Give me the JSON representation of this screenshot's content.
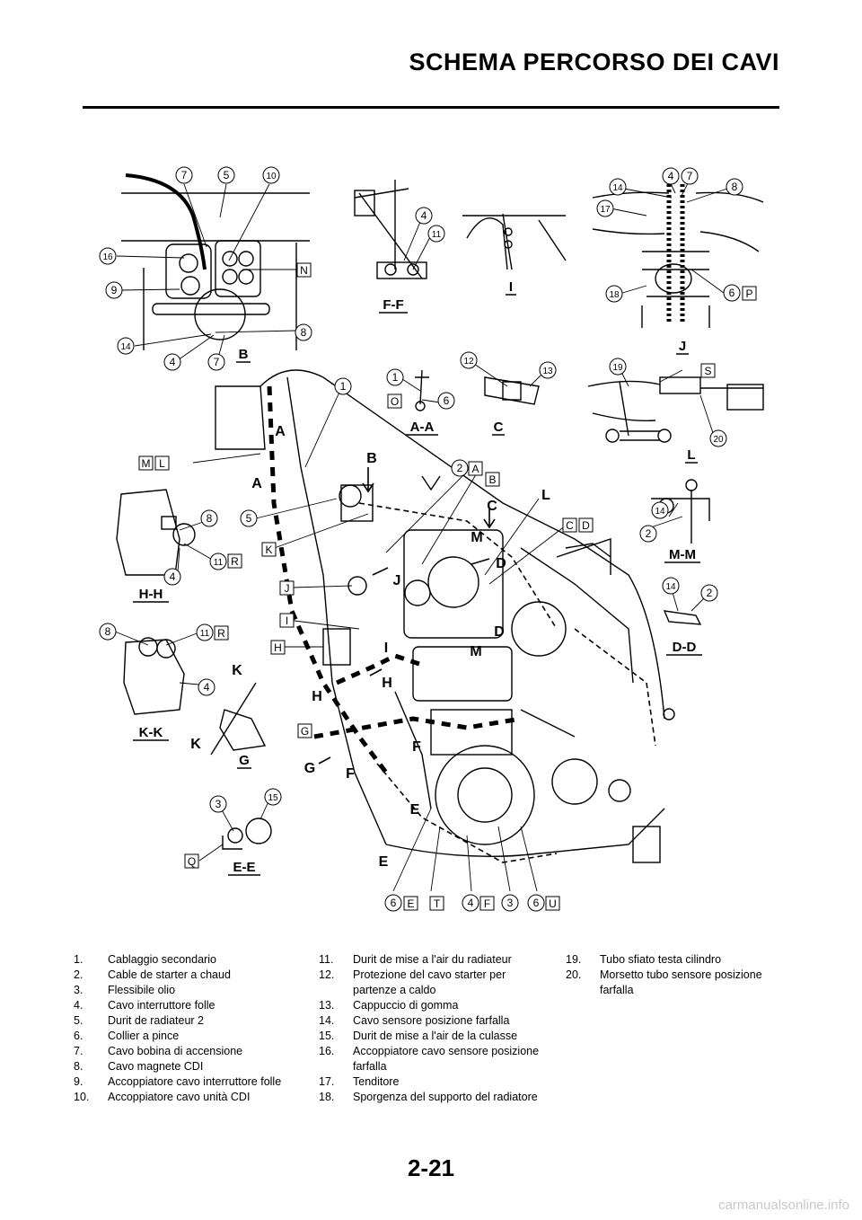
{
  "header": {
    "title": "SCHEMA PERCORSO DEI CAVI"
  },
  "diagram": {
    "section_labels": [
      "F-F",
      "I",
      "B",
      "J",
      "A-A",
      "C",
      "L",
      "H-H",
      "M-M",
      "K-K",
      "G",
      "D-D",
      "E-E"
    ],
    "letter_callouts": [
      "A",
      "A",
      "B",
      "C",
      "D",
      "D",
      "M",
      "M",
      "J",
      "I",
      "H",
      "H",
      "F",
      "F",
      "G",
      "K",
      "K",
      "E",
      "E",
      "L"
    ],
    "boxed_letters": [
      "N",
      "O",
      "A",
      "B",
      "M",
      "L",
      "C",
      "D",
      "K",
      "J",
      "I",
      "H",
      "G",
      "R",
      "R",
      "P",
      "S",
      "Q",
      "E",
      "T",
      "F",
      "U"
    ],
    "circled_numbers": [
      "7",
      "5",
      "10",
      "16",
      "9",
      "14",
      "4",
      "7",
      "8",
      "4",
      "11",
      "14",
      "4",
      "7",
      "8",
      "17",
      "18",
      "6",
      "1",
      "6",
      "12",
      "13",
      "19",
      "20",
      "1",
      "2",
      "5",
      "8",
      "11",
      "4",
      "14",
      "2",
      "8",
      "11",
      "4",
      "14",
      "2",
      "3",
      "15",
      "6",
      "4",
      "3",
      "6"
    ]
  },
  "legend": {
    "columns": [
      [
        {
          "num": "1.",
          "text": "Cablaggio secondario"
        },
        {
          "num": "2.",
          "text": "Cable de starter a chaud"
        },
        {
          "num": "3.",
          "text": "Flessibile olio"
        },
        {
          "num": "4.",
          "text": "Cavo interruttore folle"
        },
        {
          "num": "5.",
          "text": "Durit de radiateur 2"
        },
        {
          "num": "6.",
          "text": "Collier a pince"
        },
        {
          "num": "7.",
          "text": "Cavo bobina di accensione"
        },
        {
          "num": "8.",
          "text": "Cavo magnete CDI"
        },
        {
          "num": "9.",
          "text": "Accoppiatore cavo interruttore folle"
        },
        {
          "num": "10.",
          "text": "Accoppiatore cavo unità CDI"
        }
      ],
      [
        {
          "num": "11.",
          "text": "Durit de mise a l'air du radiateur"
        },
        {
          "num": "12.",
          "text": "Protezione del cavo starter per partenze a caldo"
        },
        {
          "num": "13.",
          "text": "Cappuccio di gomma"
        },
        {
          "num": "14.",
          "text": "Cavo sensore posizione farfalla"
        },
        {
          "num": "15.",
          "text": "Durit de mise a l'air de la culasse"
        },
        {
          "num": "16.",
          "text": "Accoppiatore cavo sensore posizione farfalla"
        },
        {
          "num": "17.",
          "text": "Tenditore"
        },
        {
          "num": "18.",
          "text": "Sporgenza del supporto del radiatore"
        }
      ],
      [
        {
          "num": "19.",
          "text": "Tubo sfiato testa cilindro"
        },
        {
          "num": "20.",
          "text": "Morsetto tubo sensore posizione farfalla"
        }
      ]
    ]
  },
  "footer": {
    "page_number": "2-21",
    "watermark": "carmanualsonline.info"
  }
}
